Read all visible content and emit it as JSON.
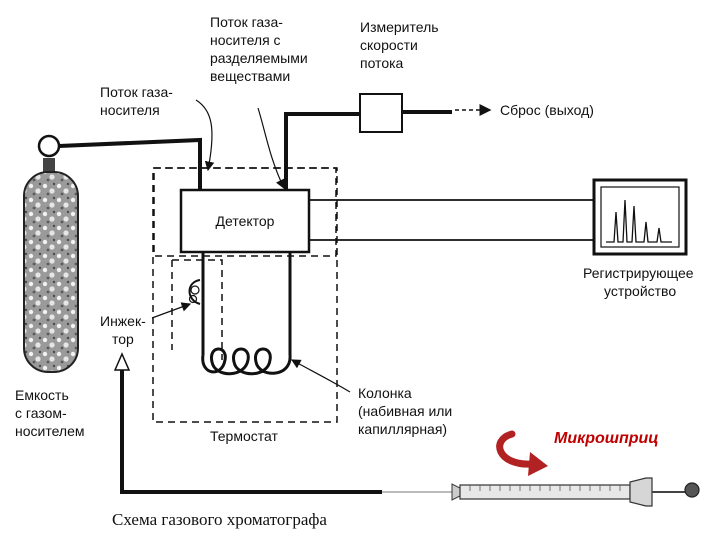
{
  "labels": {
    "carrier_flow": [
      "Поток газа-",
      "носителя"
    ],
    "carrier_flow_separated": [
      "Поток газа-",
      "носителя с",
      "разделяемыми",
      "веществами"
    ],
    "flow_meter": [
      "Измеритель",
      "скорости",
      "потока"
    ],
    "exhaust": "Сброс (выход)",
    "detector": "Детектор",
    "recorder": [
      "Регистрирующее",
      "устройство"
    ],
    "injector": [
      "Инжек-",
      "тор"
    ],
    "cylinder": [
      "Емкость",
      "с газом-",
      "носителем"
    ],
    "column": [
      "Колонка",
      "(набивная или",
      "капиллярная)"
    ],
    "thermostat": "Термостат",
    "microsyringe": "Микрошприц",
    "caption": "Схема газового хроматографа"
  },
  "colors": {
    "line": "#111111",
    "microsyringe_text": "#c00000",
    "rotation_arrow": "#b22222"
  }
}
